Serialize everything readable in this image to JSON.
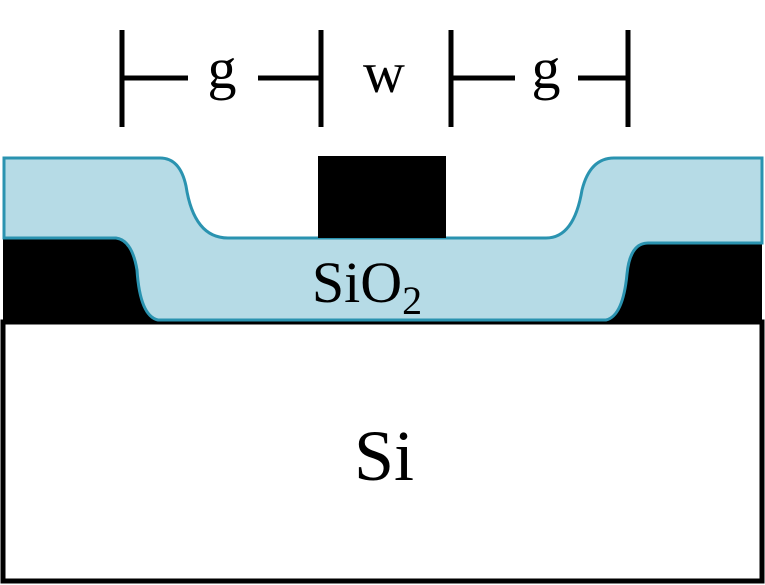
{
  "labels": {
    "gap_left": "g",
    "width": "w",
    "gap_right": "g",
    "oxide_main": "SiO",
    "oxide_sub": "2",
    "substrate": "Si"
  },
  "colors": {
    "oxide_fill": "#b6dbe6",
    "oxide_stroke": "#2a93b0",
    "conductor": "#000000",
    "substrate_fill": "#ffffff",
    "line": "#000000"
  }
}
